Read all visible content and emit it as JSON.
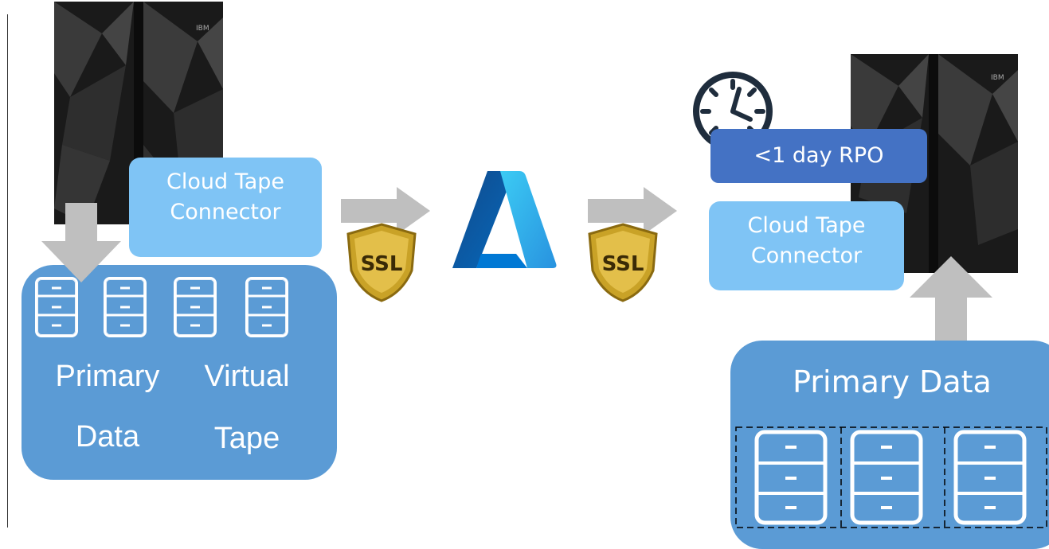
{
  "left": {
    "connector_line1": "Cloud Tape",
    "connector_line2": "Connector",
    "label_primary_line1": "Primary",
    "label_primary_line2": "Data",
    "label_virtual_line1": "Virtual",
    "label_virtual_line2": "Tape"
  },
  "right": {
    "rpo_label": "<1 day  RPO",
    "connector_line1": "Cloud Tape",
    "connector_line2": "Connector",
    "primary_title": "Primary Data",
    "server_brand": "IBM"
  },
  "ssl": {
    "left": "SSL",
    "right": "SSL"
  },
  "left_server_brand": "IBM",
  "colors": {
    "panel": "#5b9bd5",
    "connector": "#7fc4f5",
    "rpo": "#4472c4",
    "arrow": "#bfbfbf"
  },
  "icons": [
    "mainframe-server-icon",
    "storage-cabinet-icon",
    "ssl-shield-icon",
    "azure-logo-icon",
    "clock-icon",
    "arrow-icon"
  ]
}
